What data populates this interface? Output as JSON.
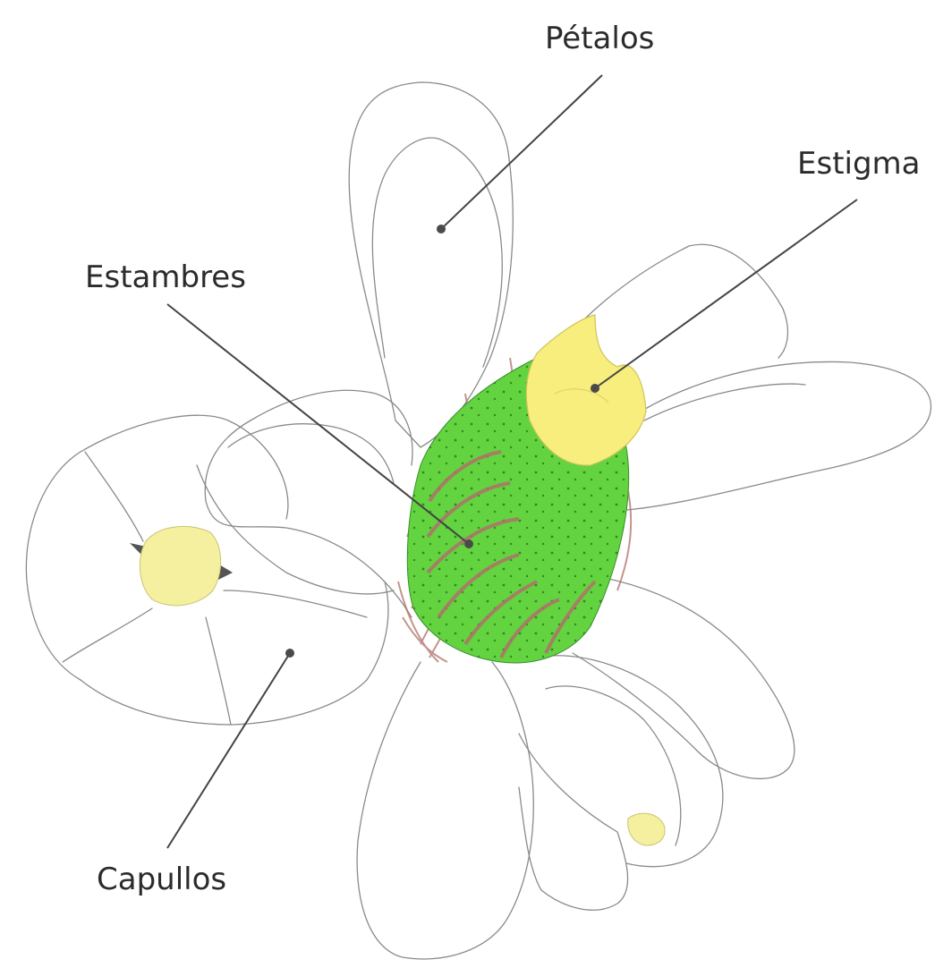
{
  "labels": {
    "petals": "Pétalos",
    "stigma": "Estigma",
    "stamens": "Estambres",
    "buds": "Capullos"
  },
  "colors": {
    "receptacle_green": "#5fcf3c",
    "stigma_yellow": "#f7ee7e",
    "stamen_red": "#b0716a",
    "bud_yellow": "#f4f0a0",
    "outline": "#8a8a8a",
    "leader": "#444444"
  }
}
